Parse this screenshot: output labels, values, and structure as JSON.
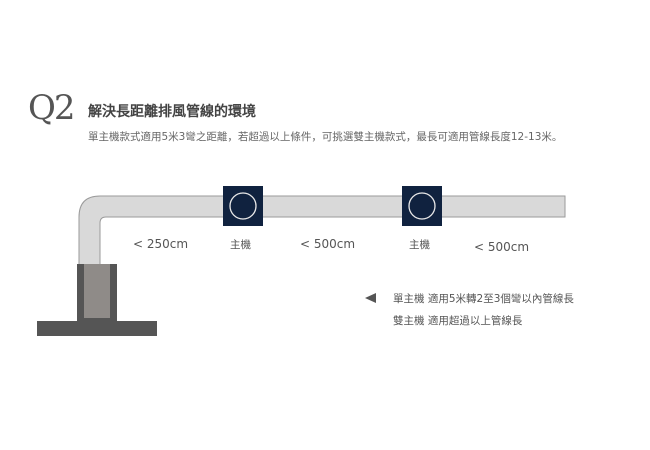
{
  "header": {
    "q_label": "Q2",
    "title": "解決長距離排風管線的環境",
    "description": "單主機款式適用5米3彎之距離，若超過以上條件，可挑選雙主機款式，最長可適用管線長度12-13米。"
  },
  "diagram": {
    "segments": [
      "< 250cm",
      "< 500cm",
      "< 500cm"
    ],
    "units": [
      "主機",
      "主機"
    ],
    "notes": [
      "單主機 適用5米轉2至3個彎以內管線長",
      "雙主機 適用超過以上管線長"
    ],
    "colors": {
      "pipe": "#d9d9d9",
      "pipe_border": "#9a9a9a",
      "unit": "#10223f",
      "base": "#555555",
      "inner": "#8f8b88"
    }
  }
}
